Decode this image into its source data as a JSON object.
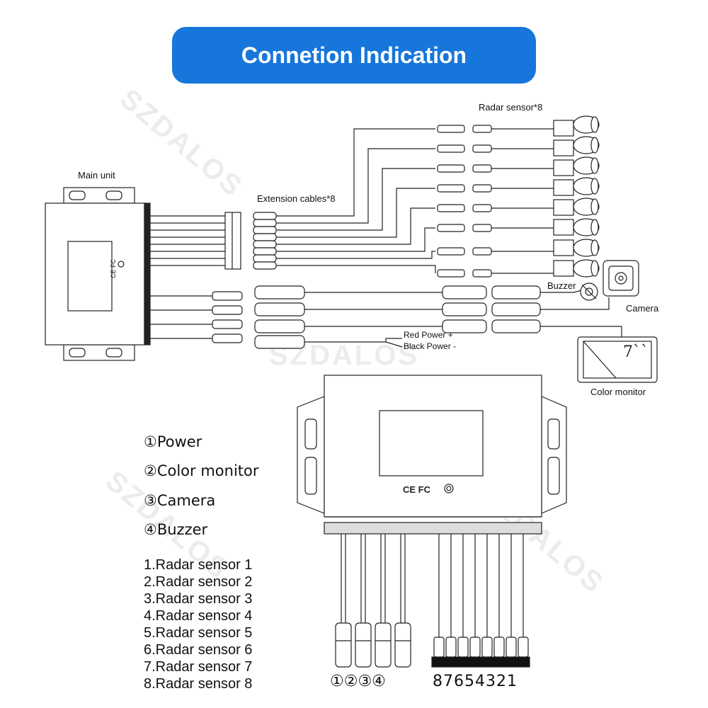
{
  "banner": {
    "title": "Connetion Indication"
  },
  "labels": {
    "main_unit": "Main unit",
    "extension_cables": "Extension cables*8",
    "radar_sensor": "Radar sensor*8",
    "buzzer": "Buzzer",
    "camera": "Camera",
    "red_power": "Red Power +",
    "black_power": "Black Power -",
    "color_monitor": "Color monitor",
    "monitor_screen_text": "7``",
    "cert_marks": "CE FC",
    "watermark": "SZDALOS"
  },
  "legend": [
    {
      "label": "①Power"
    },
    {
      "label": "②Color monitor"
    },
    {
      "label": "③Camera"
    },
    {
      "label": "④Buzzer"
    }
  ],
  "sensors": [
    "1.Radar sensor 1",
    "2.Radar sensor 2",
    "3.Radar sensor 3",
    "4.Radar sensor 4",
    "5.Radar sensor 5",
    "6.Radar sensor 6",
    "7.Radar sensor 7",
    "8.Radar sensor 8"
  ],
  "port_labels": {
    "aviation": "①②③④",
    "radar": "87654321"
  }
}
